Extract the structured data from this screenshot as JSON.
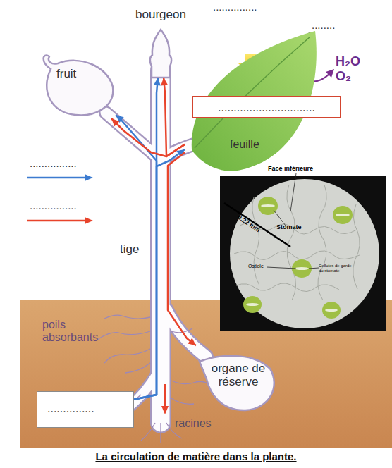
{
  "diagram": {
    "caption": "La circulation de matière dans la plante.",
    "nodes": [
      {
        "text": [
          "bourgeon"
        ]
      },
      {
        "text": [
          "fruit"
        ]
      },
      {
        "text": [
          "..............................."
        ]
      },
      {
        "text": [
          "feuille"
        ]
      },
      {
        "text": [
          "organe de réserve"
        ]
      },
      {
        "text": [
          "..............."
        ]
      }
    ],
    "edges": [
      {
        "from": 5,
        "to": 0,
        "arrow": "to"
      },
      {
        "from": 5,
        "to": 1,
        "arrow": "to"
      },
      {
        "from": 5,
        "to": 3,
        "arrow": "to"
      },
      {
        "from": 3,
        "to": 0,
        "arrow": "to"
      },
      {
        "from": 3,
        "to": 1,
        "arrow": "to"
      },
      {
        "from": 3,
        "to": 4,
        "arrow": "to"
      }
    ],
    "labels": [
      "...............",
      "........",
      "H₂O",
      "O₂",
      "Face inférieure",
      "Stomate",
      "0.22 mm",
      "Ostiole",
      "Cellules de garde du stomate",
      "tige",
      "poils absorbants",
      "racines"
    ],
    "legend": [
      {
        "text": "................"
      },
      {
        "text": "................"
      }
    ]
  }
}
